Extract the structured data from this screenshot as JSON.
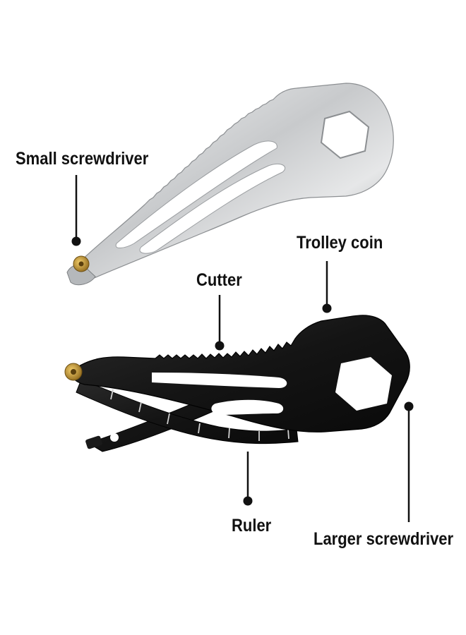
{
  "labels": {
    "small_screwdriver": "Small screwdriver",
    "trolley_coin": "Trolley coin",
    "cutter": "Cutter",
    "ruler": "Ruler",
    "larger_screwdriver": "Larger screwdriver"
  },
  "colors": {
    "background": "#ffffff",
    "steel": "#c9cbcd",
    "black_tool": "#151515",
    "brass": "#b88a2a",
    "label_text": "#111111",
    "pointer": "#111111"
  }
}
